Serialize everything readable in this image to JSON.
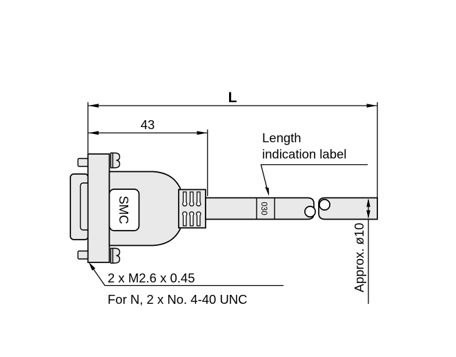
{
  "title": "Cable connector dimensional drawing",
  "colors": {
    "part_fill": "#e9e9e9",
    "line": "#000000",
    "background": "#ffffff",
    "label_fill": "#ffffff"
  },
  "dimensions": {
    "overall_length": "L",
    "connector_length": "43",
    "cable_diameter": "Approx. ø10"
  },
  "annotations": {
    "length_label_line1": "Length",
    "length_label_line2": "indication label",
    "cable_marking": "030",
    "screw_spec": "2 x M2.6 x 0.45",
    "screw_spec_alt": "For N, 2 x No. 4-40 UNC"
  },
  "connector": {
    "brand": "SMC"
  }
}
